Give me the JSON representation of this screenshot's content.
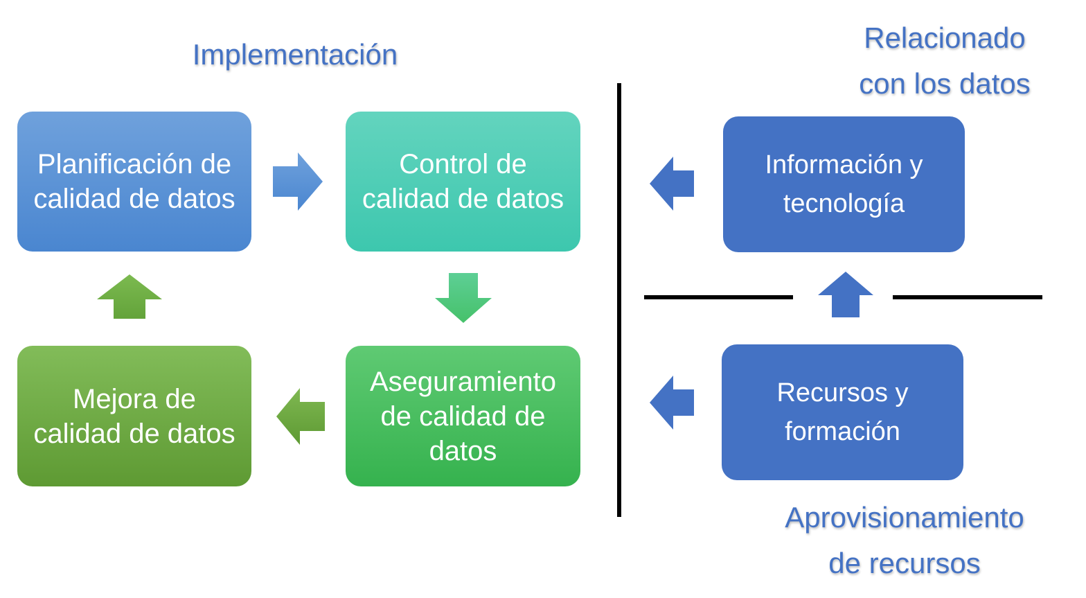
{
  "headings": {
    "implementation": "Implementación",
    "data_related": "Relacionado\ncon los datos",
    "resource_provisioning": "Aprovisionamiento\nde recursos"
  },
  "boxes": {
    "planning": "Planificación de\ncalidad de datos",
    "control": "Control de\ncalidad de datos",
    "assurance": "Aseguramiento\nde calidad de\ndatos",
    "improvement": "Mejora de\ncalidad de datos",
    "info_tech": "Información y\ntecnología",
    "resources_training": "Recursos y\nformación"
  },
  "colors": {
    "heading": "#4472C4",
    "planning": "#5B95D7",
    "control": "#4FCDB5",
    "assurance": "#44BD5E",
    "improvement": "#6FAB45",
    "support": "#4472C4"
  }
}
